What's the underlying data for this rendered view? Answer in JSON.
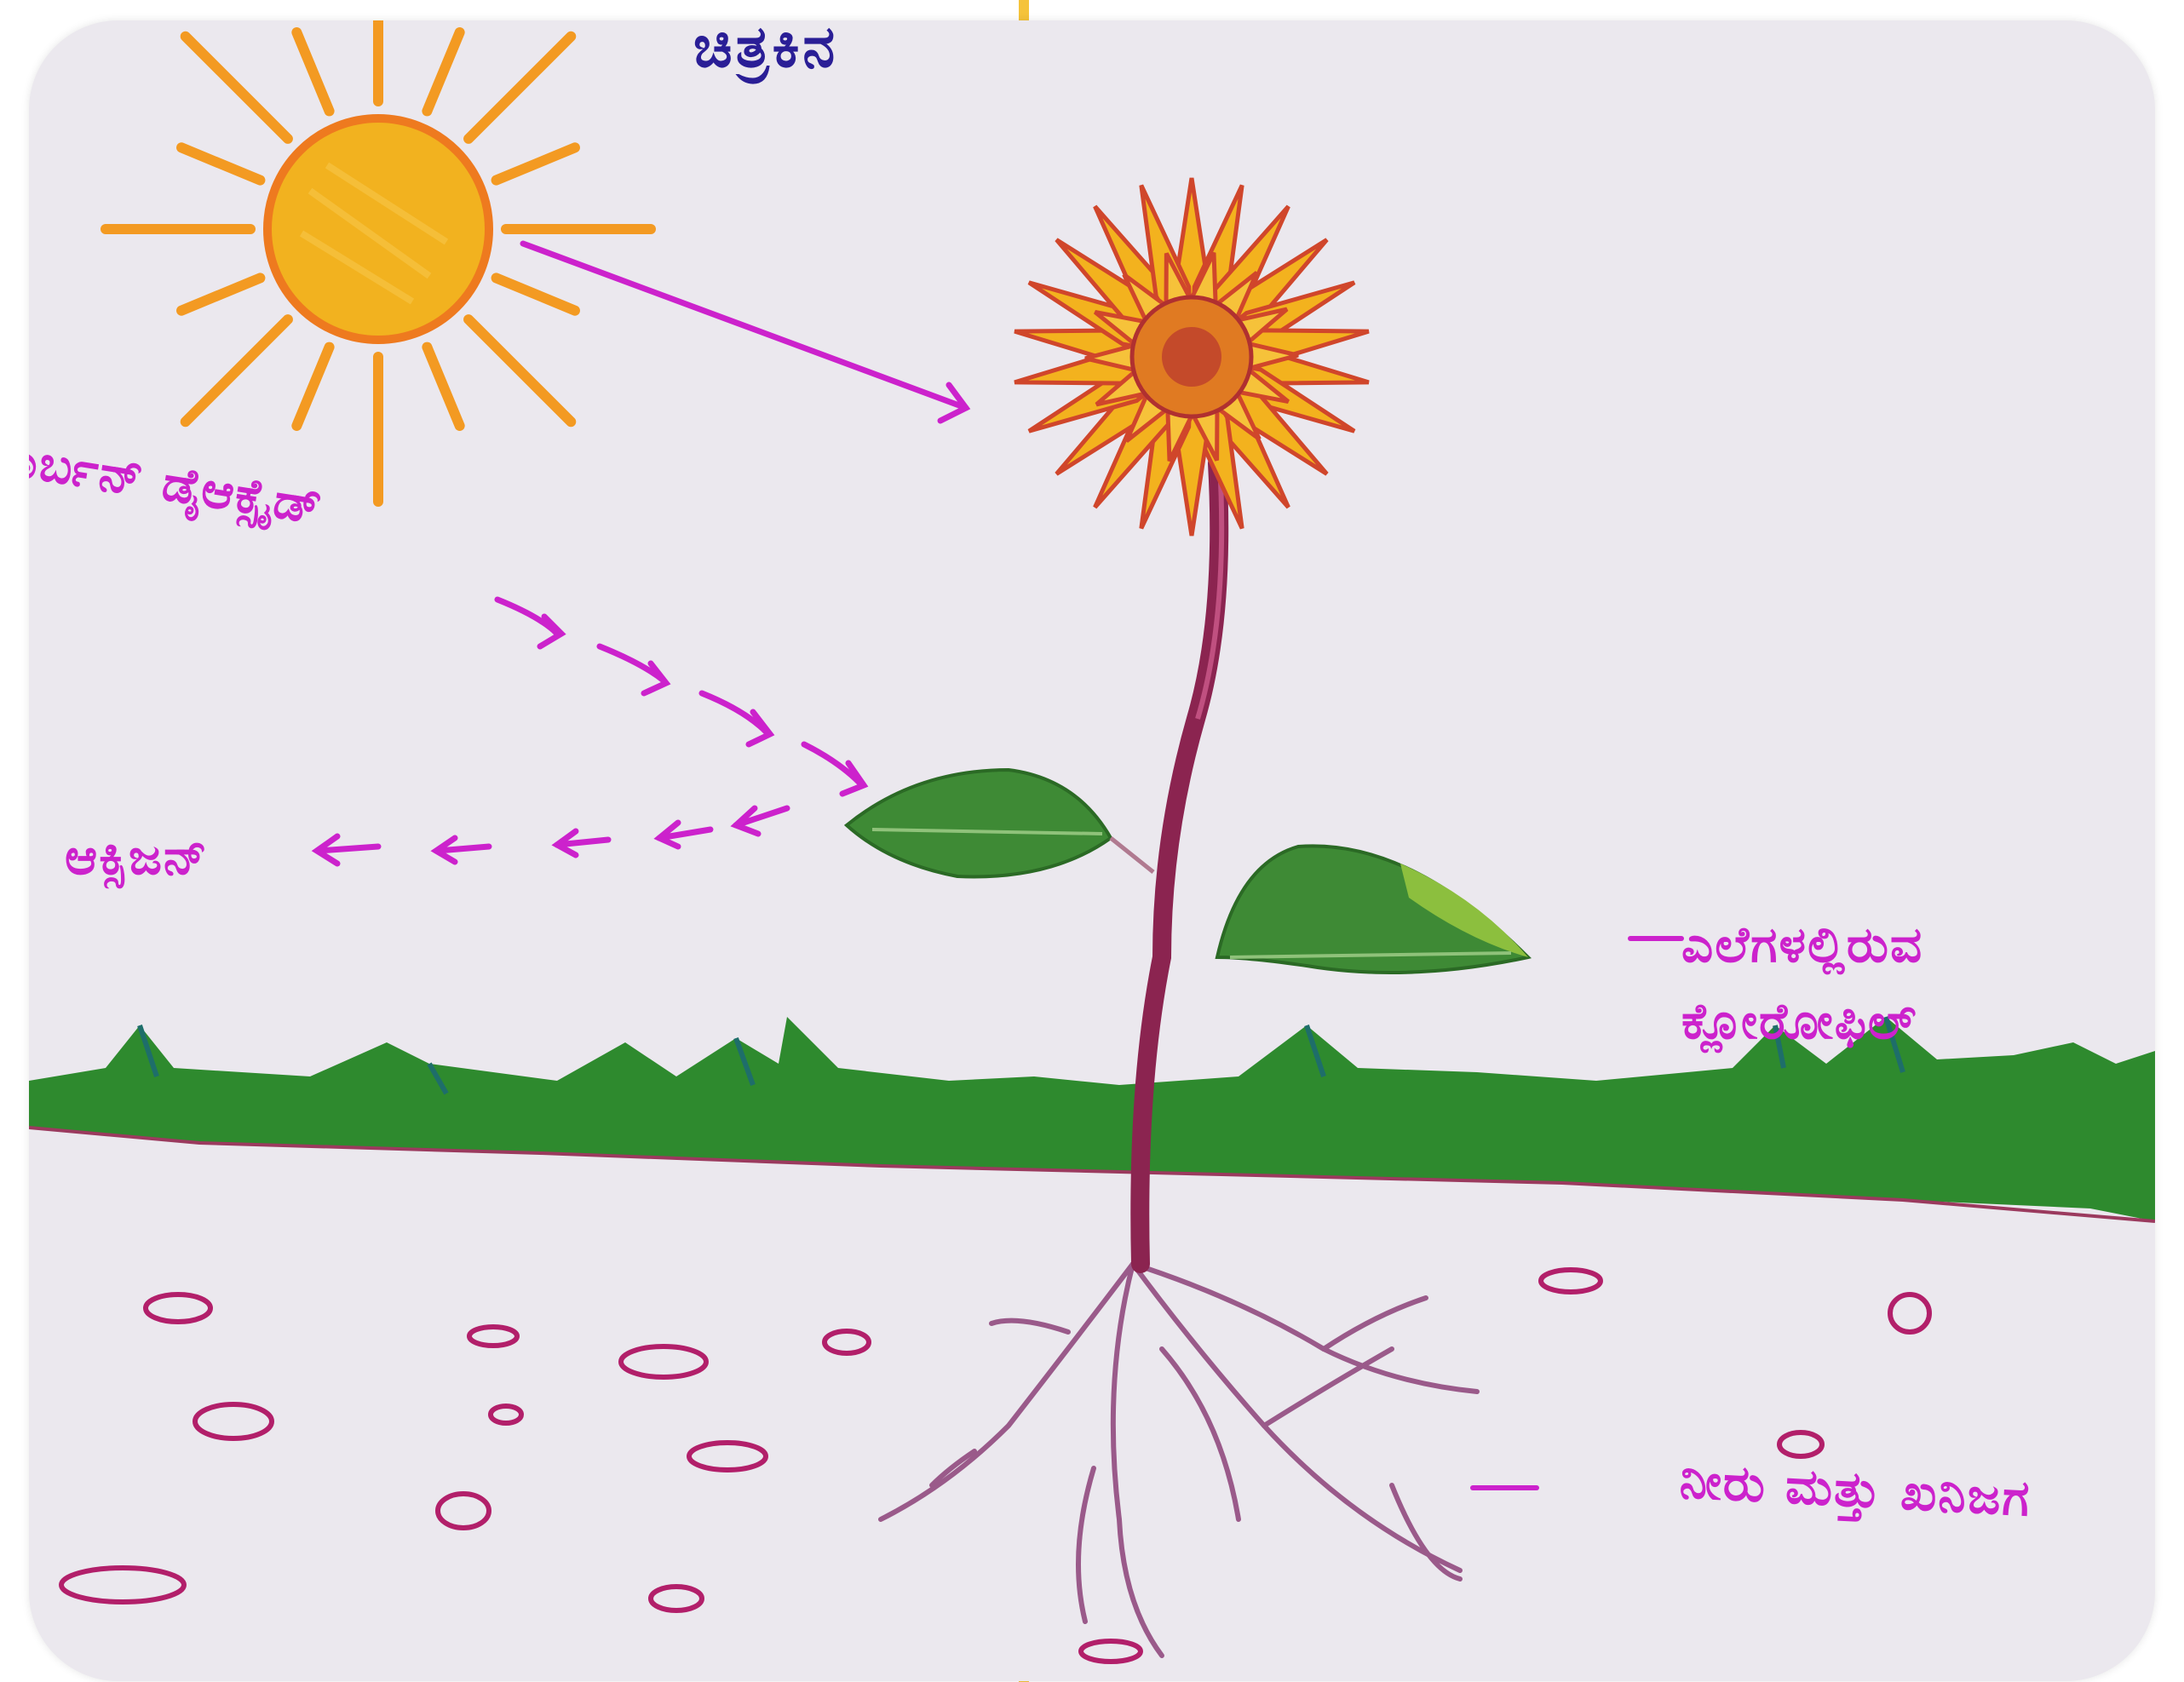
{
  "diagram": {
    "title": "ಚಿತ್ರಕಿನ",
    "labels": {
      "co2": "ಕಾರ್ಬನ್ ಡೈಆಕ್ಸೈಡ್",
      "oxygen": "ಆಕ್ಸಿಜನ್",
      "chlorophyll_line1": "ಎಲೆಗಳಲ್ಲಿರುವ",
      "chlorophyll_line2": "ಕ್ಲೋರೋಫಿಲ್",
      "water_minerals": "ನೀರು ಮತ್ತು ಖನಿಜಗ"
    }
  },
  "colors": {
    "label": "#cc22cc",
    "title": "#2a1e96",
    "sun": "#f2b21f",
    "grass": "#2e8a2e",
    "leaf": "#3e8a35",
    "stem": "#8b2450",
    "petal": "#f3b21e",
    "pebble": "#b21f6a",
    "roots": "#9a5a8a"
  },
  "icons": [
    "sun-icon",
    "flower-icon",
    "leaf-icon",
    "grass-icon",
    "roots-icon",
    "pebble-icon",
    "arrow-icon"
  ]
}
